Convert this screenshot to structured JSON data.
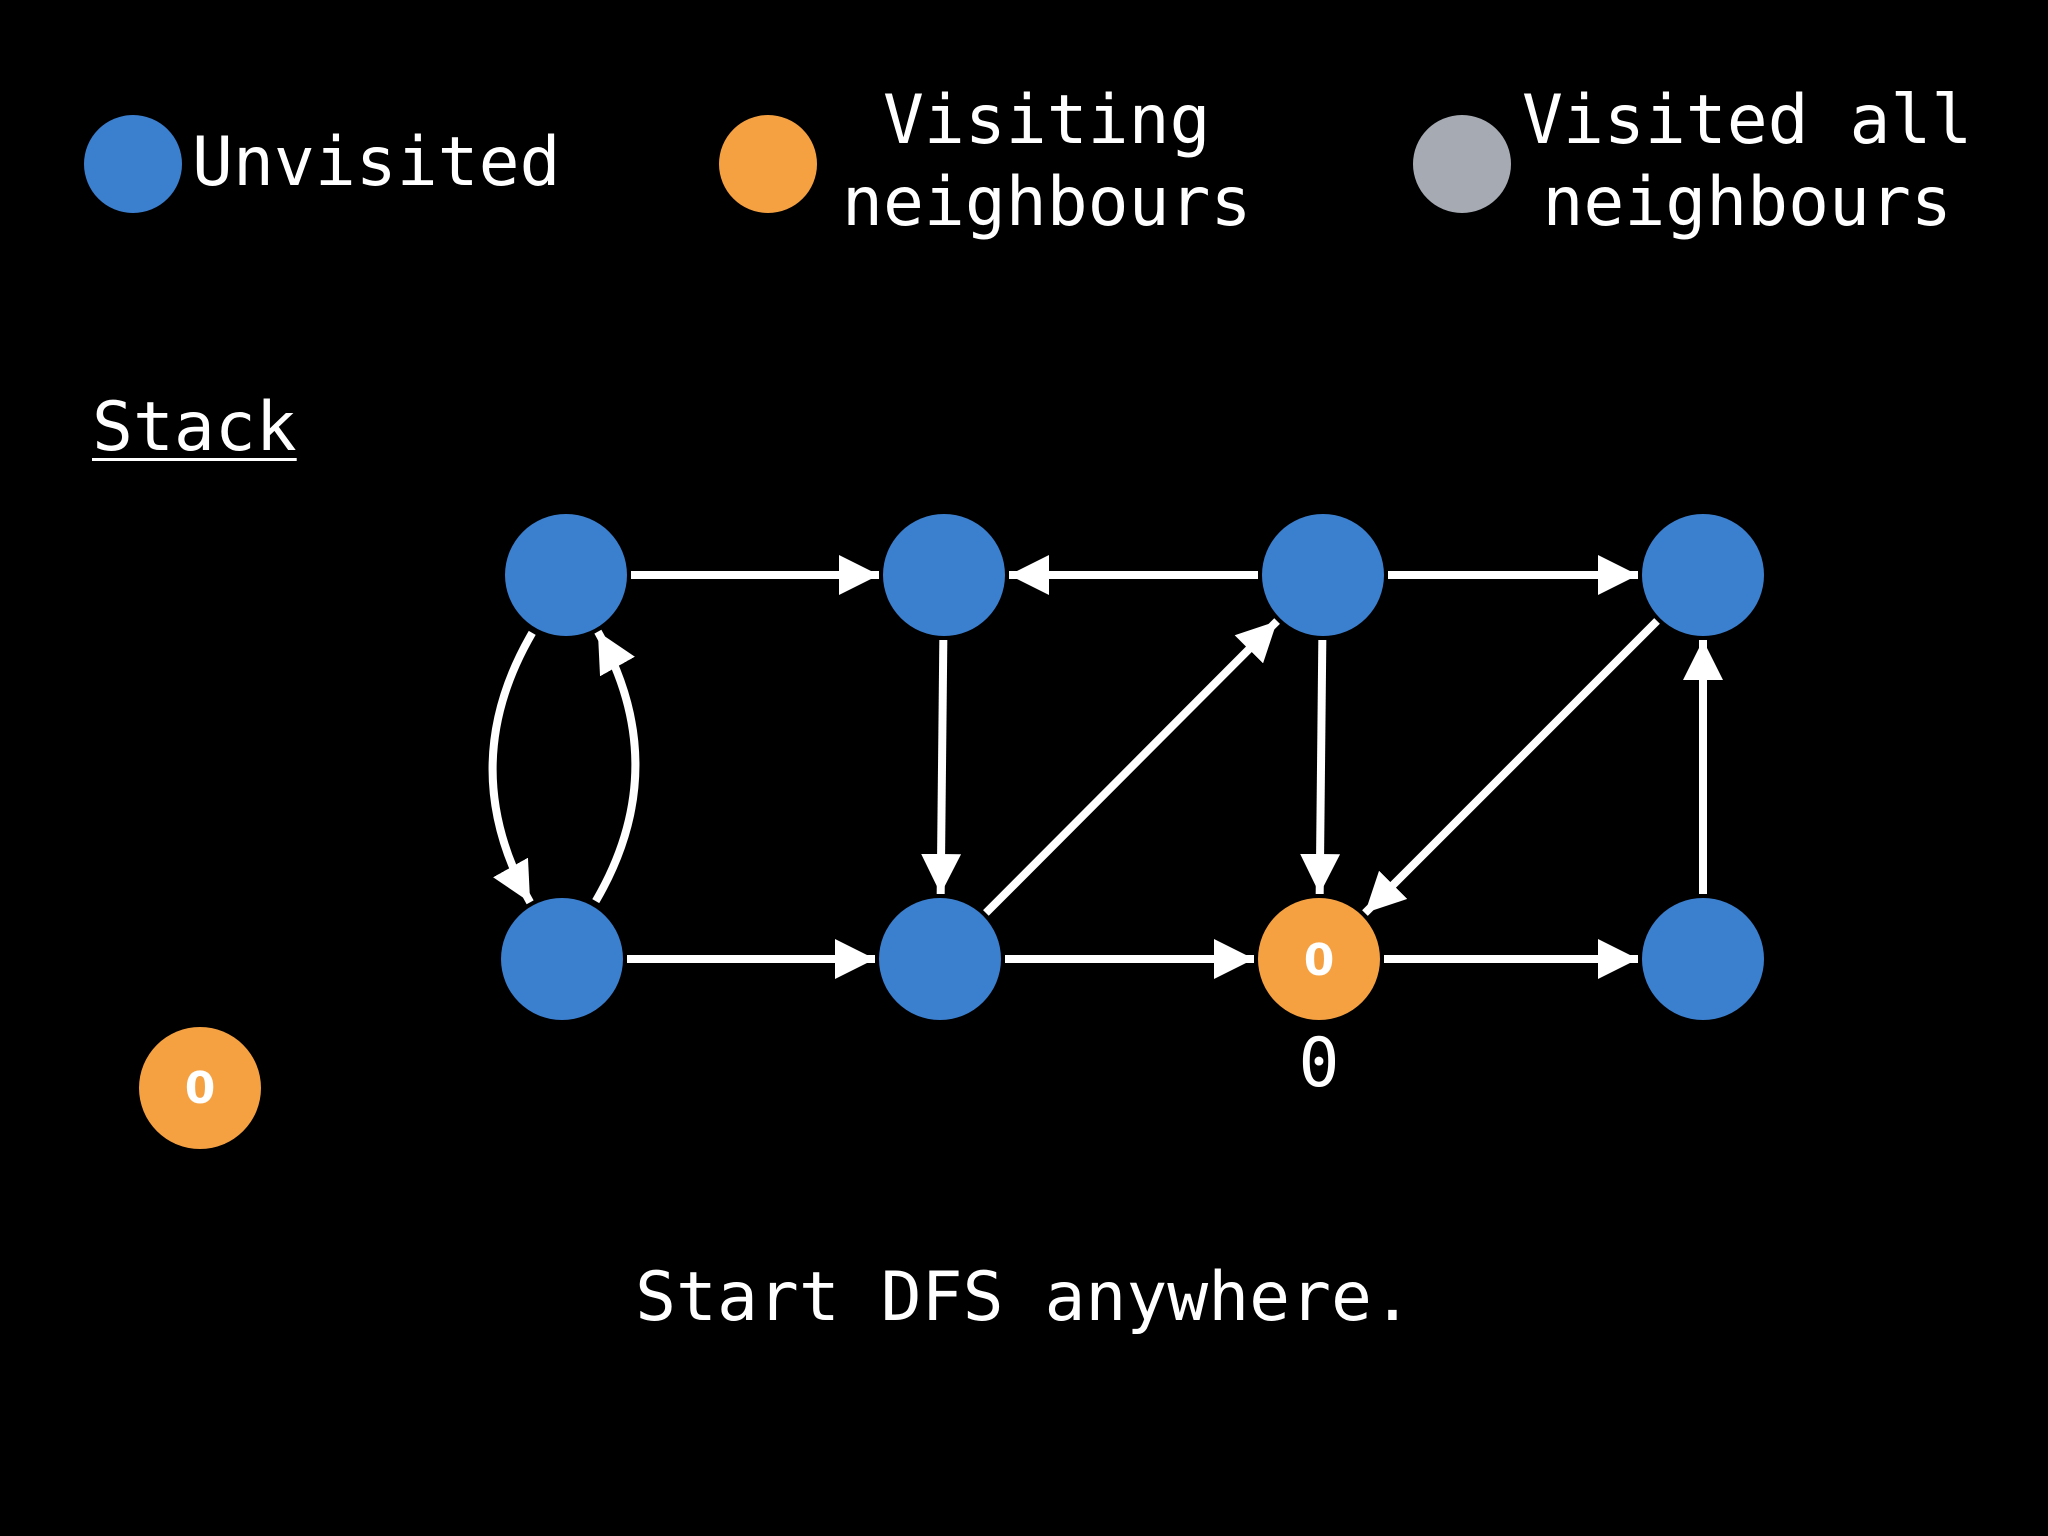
{
  "legend": {
    "unvisited": {
      "label": "Unvisited",
      "color": "#3b7fcf"
    },
    "visiting": {
      "label": "Visiting\nneighbours",
      "color": "#f5a142"
    },
    "visited": {
      "label": "Visited all\nneighbours",
      "color": "#a6abb3"
    }
  },
  "stack": {
    "title": "Stack",
    "items": [
      "0"
    ]
  },
  "graph": {
    "nodes": [
      {
        "id": "n1",
        "state": "unvisited",
        "label": ""
      },
      {
        "id": "n2",
        "state": "unvisited",
        "label": ""
      },
      {
        "id": "n3",
        "state": "unvisited",
        "label": ""
      },
      {
        "id": "n4",
        "state": "unvisited",
        "label": ""
      },
      {
        "id": "n5",
        "state": "unvisited",
        "label": ""
      },
      {
        "id": "n6",
        "state": "unvisited",
        "label": ""
      },
      {
        "id": "n7",
        "state": "visiting",
        "label": "0",
        "order": "0"
      },
      {
        "id": "n8",
        "state": "unvisited",
        "label": ""
      }
    ],
    "edges": [
      {
        "from": "n1",
        "to": "n2"
      },
      {
        "from": "n3",
        "to": "n2"
      },
      {
        "from": "n3",
        "to": "n4"
      },
      {
        "from": "n1",
        "to": "n5"
      },
      {
        "from": "n5",
        "to": "n1"
      },
      {
        "from": "n2",
        "to": "n6"
      },
      {
        "from": "n6",
        "to": "n3"
      },
      {
        "from": "n3",
        "to": "n7"
      },
      {
        "from": "n4",
        "to": "n7"
      },
      {
        "from": "n8",
        "to": "n4"
      },
      {
        "from": "n5",
        "to": "n6"
      },
      {
        "from": "n6",
        "to": "n7"
      },
      {
        "from": "n7",
        "to": "n8"
      }
    ]
  },
  "caption": "Start DFS anywhere."
}
